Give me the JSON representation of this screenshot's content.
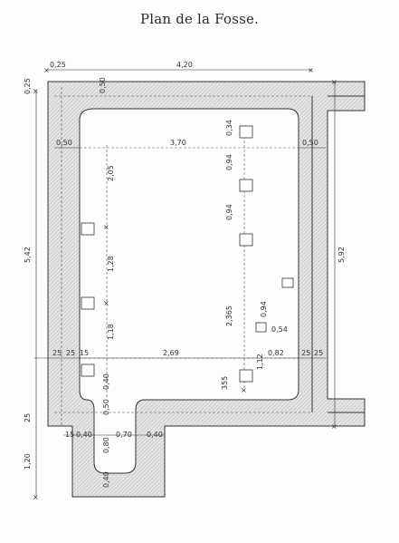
{
  "title": "Plan de la Fosse.",
  "colors": {
    "wall": "#d9d9d9",
    "line": "#333333",
    "dim": "#444444"
  },
  "dimensions": {
    "top_left_offset": "0,25",
    "top_overall": "4,20",
    "wall_top": "0,50",
    "left_margin": "0,25",
    "left_wall": "0,50",
    "inner_width": "3,70",
    "right_wall": "0,50",
    "left_total_height": "5,42",
    "right_total_height": "5,92",
    "seg_205": "2,05",
    "seg_128": "1,28",
    "seg_118": "1,18",
    "r_034": "0,34",
    "r_094a": "0,94",
    "r_094b": "0,94",
    "r_2365": "2,365",
    "r_094c": "0,94",
    "r_054": "0,54",
    "r_112": "1,12",
    "r_355": "355",
    "bottom_left_25": "25",
    "bottom_left_25b": "25",
    "bottom_left_15": "15",
    "bottom_mid": "2,69",
    "bottom_082": "0,82",
    "bottom_r25": "25",
    "bottom_r25b": "25",
    "seg_040": "0,40",
    "seg_050": "0,50",
    "low_25": "25",
    "low_15": "15",
    "low_040": "0,40",
    "low_070": "0,70",
    "low_040b": "0,40",
    "low_080": "0,80",
    "low_040c": "0,40",
    "low_120": "1,20"
  }
}
